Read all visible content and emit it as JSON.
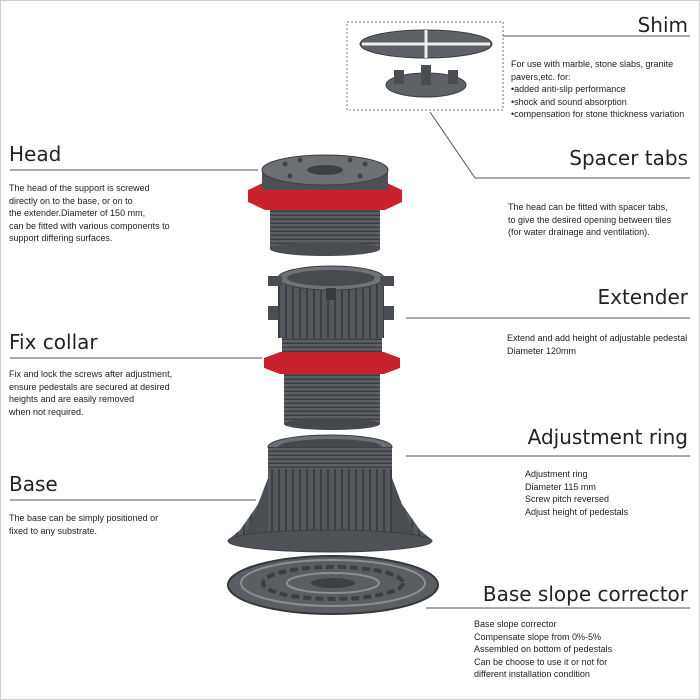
{
  "labels": {
    "shim": {
      "title": "Shim",
      "intro": "For use with marble, stone slabs, granite pavers,etc. for:",
      "bullets": [
        "added anti-slip performance",
        "shock and sound absorption",
        "compensation for stone thickness variation"
      ]
    },
    "spacer_tabs": {
      "title": "Spacer tabs",
      "lines": [
        "The head can be fitted with spacer tabs,",
        "to give the desired opening between tiles",
        "(for water drainage and ventilation)."
      ]
    },
    "head": {
      "title": "Head",
      "lines": [
        "The head of the support is screwed",
        "directly on to the base, or on to",
        "the extender.Diameter of 150 mm,",
        "can be fitted with various components to",
        "support differing surfaces."
      ]
    },
    "extender": {
      "title": "Extender",
      "lines": [
        "Extend and add height of adjustable pedestal",
        "Diameter 120mm"
      ]
    },
    "fix_collar": {
      "title": "Fix collar",
      "lines": [
        "Fix and lock the screws after adjustment,",
        "ensure pedestals are secured at desired",
        "heights and are easily removed",
        "when not required."
      ]
    },
    "adjustment_ring": {
      "title": "Adjustment ring",
      "lines": [
        "Adjustment ring",
        "Diameter 115 mm",
        "Screw pitch reversed",
        "Adjust height of pedestals"
      ]
    },
    "base": {
      "title": "Base",
      "lines": [
        "The base can be simply positioned or",
        "fixed to any substrate."
      ]
    },
    "base_slope_corrector": {
      "title": "Base slope corrector",
      "lines": [
        "Base slope corrector",
        "Compensate slope from 0%-5%",
        "Assembled on bottom of pedestals",
        "Can be choose to use it or not for",
        "different installation condition"
      ]
    }
  },
  "colors": {
    "part_body": "#5b5f63",
    "part_dark": "#3c4043",
    "part_light": "#8a8e92",
    "collar_red": "#c8232c"
  }
}
